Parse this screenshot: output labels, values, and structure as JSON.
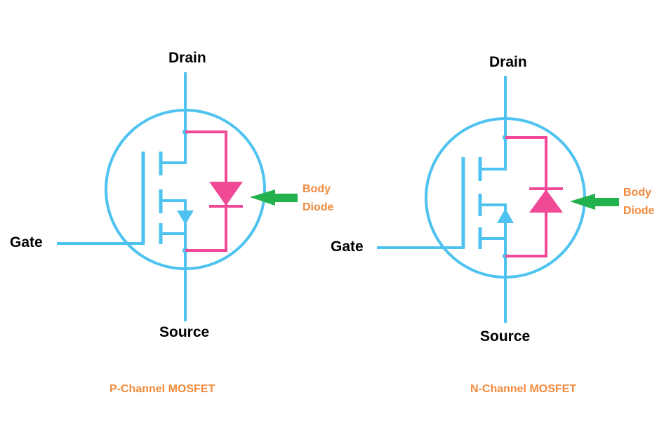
{
  "colors": {
    "wire": "#4ec3f0",
    "diode": "#f04a97",
    "arrow": "#22b14c",
    "caption": "#f28a3c",
    "terminal_text": "#000000"
  },
  "p_channel": {
    "drain_label": "Drain",
    "gate_label": "Gate",
    "source_label": "Source",
    "body_label_line1": "Body",
    "body_label_line2": "Diode",
    "caption": "P-Channel MOSFET"
  },
  "n_channel": {
    "drain_label": "Drain",
    "gate_label": "Gate",
    "source_label": "Source",
    "body_label_line1": "Body",
    "body_label_line2": "Diode",
    "caption": "N-Channel MOSFET"
  }
}
